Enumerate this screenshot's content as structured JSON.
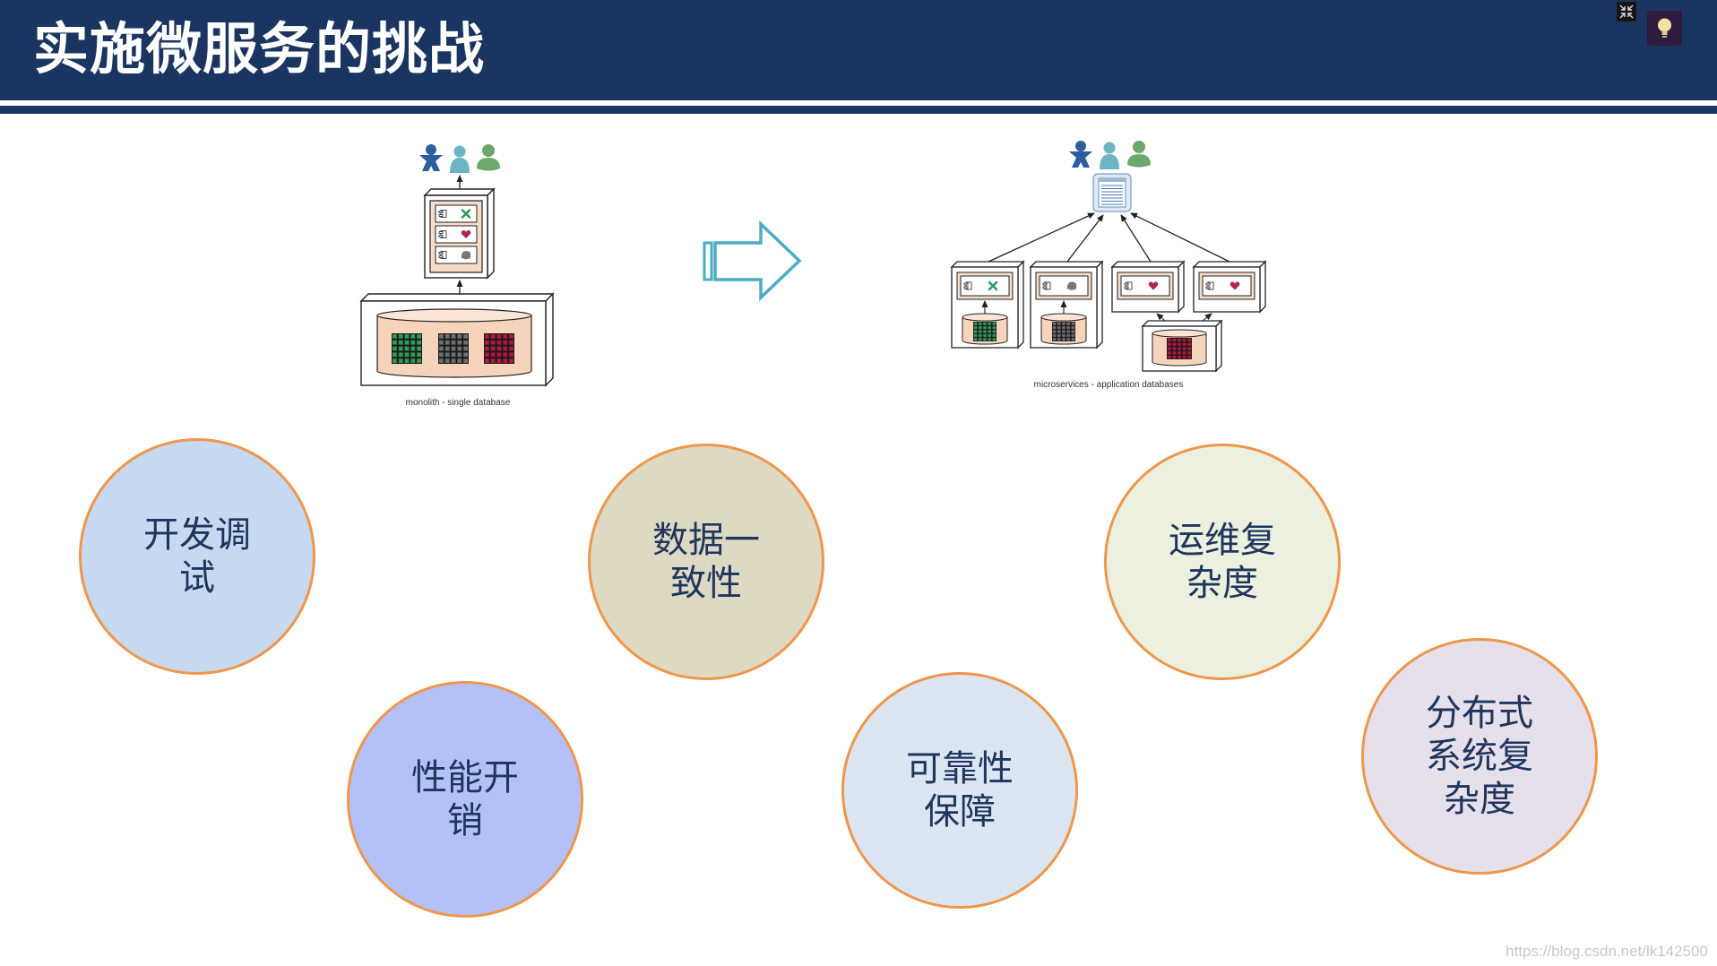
{
  "title": "实施微服务的挑战",
  "toolbar": {
    "icons": [
      "compress-icon",
      "lightbulb-icon"
    ]
  },
  "colors": {
    "header": "#1a3561",
    "title_text": "#ffffff",
    "circle_border": "#f0964a",
    "label_text": "#1f355d",
    "transition_arrow": "#4bacc6"
  },
  "diagrams": {
    "monolith": {
      "caption": "monolith - single database",
      "icons": [
        "user-icon",
        "service-icon",
        "database-icon"
      ]
    },
    "microservices": {
      "caption": "microservices - application databases",
      "icons": [
        "user-icon",
        "api-gateway-icon",
        "service-icon",
        "database-icon"
      ]
    }
  },
  "challenges": [
    {
      "label": "开发调试",
      "fill": "#c6d9f1"
    },
    {
      "label": "性能开销",
      "fill": "#b4c1f9"
    },
    {
      "label": "数据一致性",
      "fill": "#ddd9c3"
    },
    {
      "label": "可靠性保障",
      "fill": "#dce6f2"
    },
    {
      "label": "运维复杂度",
      "fill": "#ebf1de"
    },
    {
      "label": "分布式系统复杂度",
      "fill": "#e5e0ec"
    }
  ],
  "watermark": "https://blog.csdn.net/lk142500"
}
